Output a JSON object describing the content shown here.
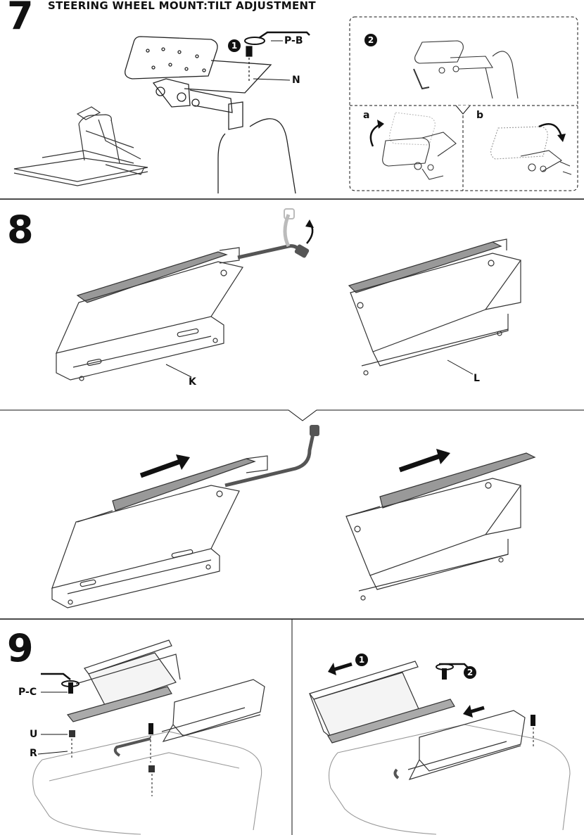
{
  "step7": {
    "number": "7",
    "title": "STEERING WHEEL MOUNT:TILT ADJUSTMENT",
    "labels": {
      "pb": "P-B",
      "n": "N"
    },
    "badges": {
      "one": "1",
      "two": "2"
    },
    "inset": {
      "a": "a",
      "b": "b"
    }
  },
  "step8": {
    "number": "8",
    "labels": {
      "k": "K",
      "l": "L"
    }
  },
  "step9": {
    "number": "9",
    "labels": {
      "pc": "P-C",
      "u": "U",
      "r": "R"
    },
    "badges": {
      "one": "1",
      "two": "2"
    }
  }
}
